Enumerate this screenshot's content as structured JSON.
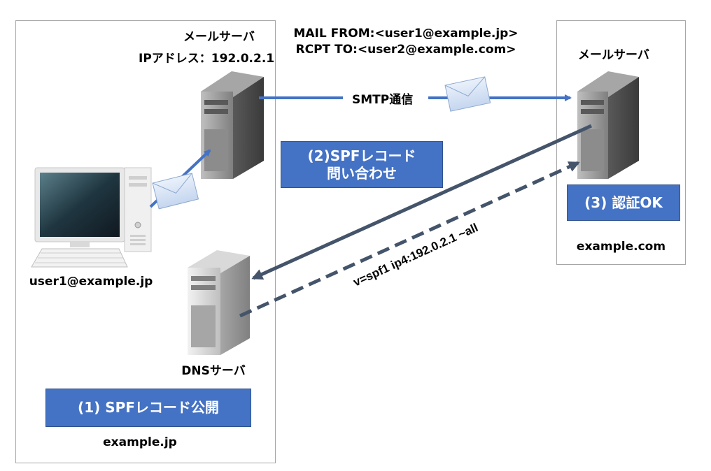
{
  "sender": {
    "server_title": "メールサーバ",
    "server_ip": "IPアドレス：192.0.2.1",
    "client_address": "user1@example.jp",
    "dns_title": "DNSサーバ",
    "step1": "(1)  SPFレコード公開",
    "domain": "example.jp"
  },
  "receiver": {
    "server_title": "メールサーバ",
    "step3": "(3) 認証OK",
    "domain": "example.com"
  },
  "envelope": {
    "mail_from": "MAIL FROM:<user1@example.jp>",
    "rcpt_to": "RCPT TO:<user2@example.com>"
  },
  "smtp_label": "SMTP通信",
  "step2": {
    "line1": "(2)SPFレコード",
    "line2": "問い合わせ"
  },
  "spf_record": "v=spf1 ip4:192.0.2.1 ~all",
  "colors": {
    "accent": "#4472c4",
    "dark_arrow": "#44546a",
    "zone_border": "#a6a6a6"
  }
}
